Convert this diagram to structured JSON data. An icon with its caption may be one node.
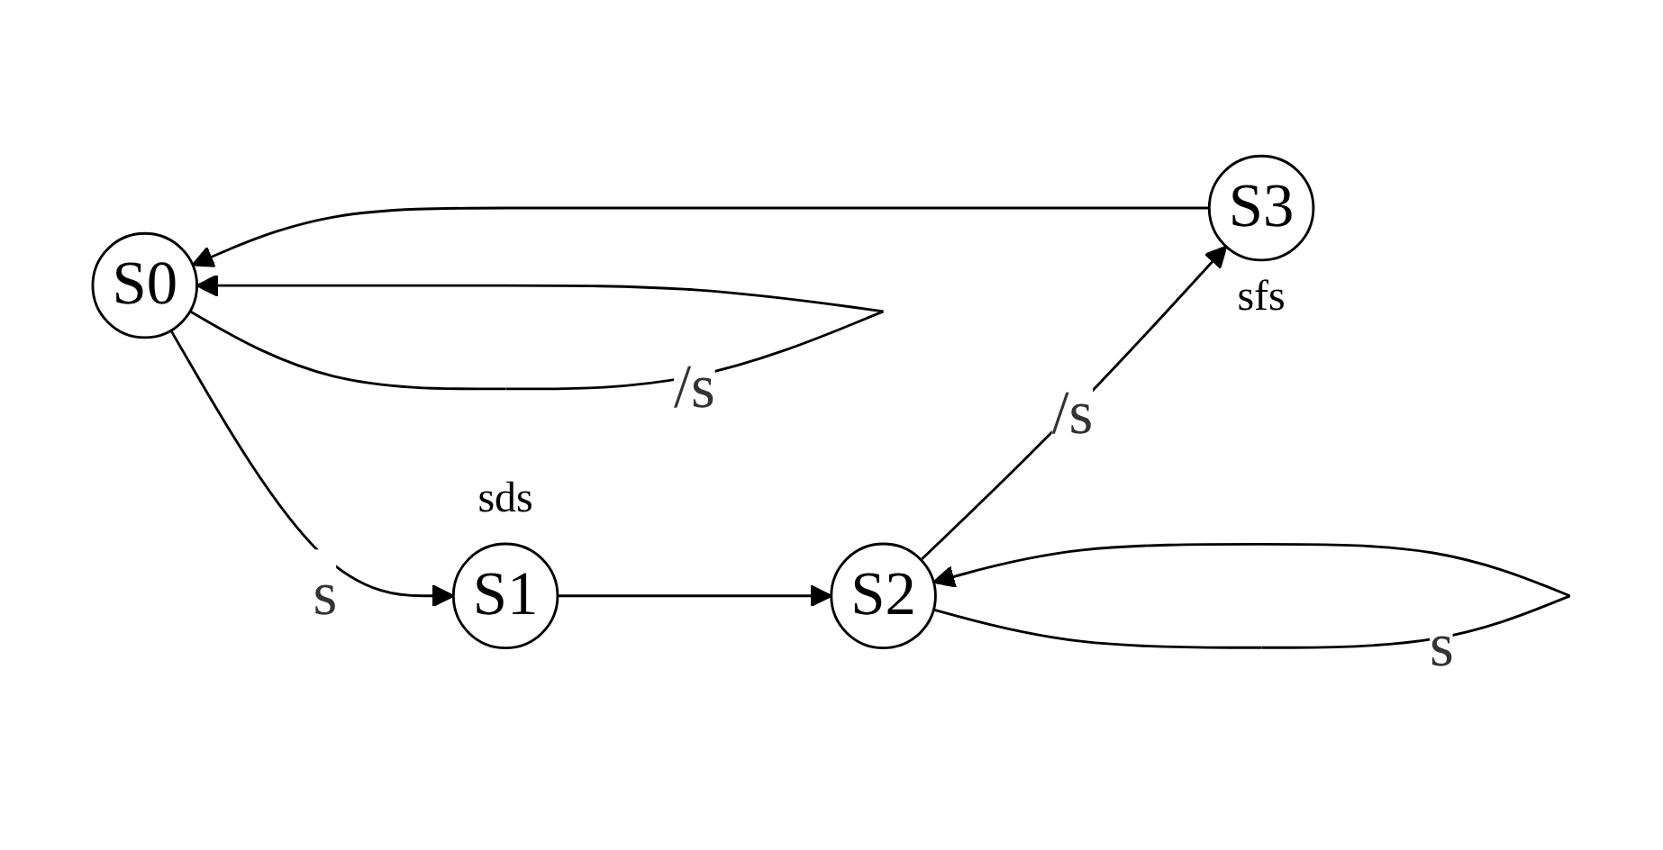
{
  "diagram": {
    "nodes": [
      {
        "text": [
          "S0"
        ]
      },
      {
        "text": [
          "S1"
        ],
        "beside": [
          "sds"
        ]
      },
      {
        "text": [
          "S2"
        ]
      },
      {
        "text": [
          "S3"
        ],
        "beside": [
          "sfs"
        ]
      }
    ],
    "edges": [
      {
        "from": 0,
        "to": 0,
        "arrow": "to",
        "label": "/s"
      },
      {
        "from": 0,
        "to": 1,
        "arrow": "to",
        "label": "s"
      },
      {
        "from": 1,
        "to": 2,
        "arrow": "to"
      },
      {
        "from": 2,
        "to": 2,
        "arrow": "to",
        "label": "s"
      },
      {
        "from": 2,
        "to": 3,
        "arrow": "to",
        "label": "/s"
      },
      {
        "from": 3,
        "to": 0,
        "arrow": "to"
      }
    ]
  }
}
